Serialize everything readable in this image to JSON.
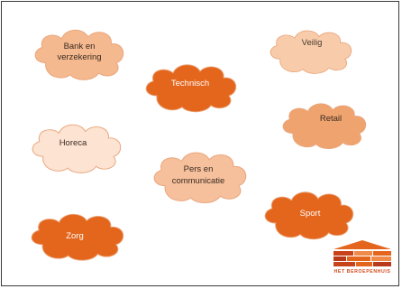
{
  "clouds": [
    {
      "id": "bank",
      "lines": [
        "Bank en",
        "verzekering"
      ],
      "fill": "#f5b98f",
      "text_color": "#3a2a20"
    },
    {
      "id": "veilig",
      "lines": [
        "Veilig"
      ],
      "fill": "#f8ccaa",
      "text_color": "#4a3a30"
    },
    {
      "id": "technisch",
      "lines": [
        "Technisch"
      ],
      "fill": "#e4661c",
      "text_color": "#ffffff"
    },
    {
      "id": "retail",
      "lines": [
        "Retail"
      ],
      "fill": "#efa470",
      "text_color": "#3a2a20"
    },
    {
      "id": "horeca",
      "lines": [
        "Horeca"
      ],
      "fill": "#fce3d2",
      "text_color": "#3a2a20"
    },
    {
      "id": "pers",
      "lines": [
        "Pers en",
        "communicatie"
      ],
      "fill": "#f6c09c",
      "text_color": "#3a2a20"
    },
    {
      "id": "zorg",
      "lines": [
        "Zorg"
      ],
      "fill": "#e4661c",
      "text_color": "#ffffff"
    },
    {
      "id": "sport",
      "lines": [
        "Sport"
      ],
      "fill": "#e4661c",
      "text_color": "#ffffff"
    }
  ],
  "cloud_outline": "#e9a57c",
  "logo": {
    "text": "HET BEROEPENHUIS",
    "colors": [
      "#e4661c",
      "#c9431a",
      "#f08a4a",
      "#b83a1a"
    ]
  }
}
